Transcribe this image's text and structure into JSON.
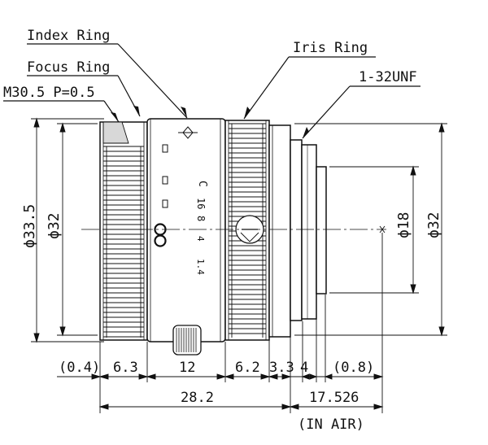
{
  "callouts": {
    "index_ring": "Index Ring",
    "focus_ring": "Focus Ring",
    "thread": "M30.5 P=0.5",
    "iris_ring": "Iris Ring",
    "mount": "1-32UNF"
  },
  "diameters": {
    "outer_left": "ϕ33.5",
    "inner_left": "ϕ32",
    "mount_inner": "ϕ18",
    "rear_right": "ϕ32"
  },
  "lengths": {
    "d_0_4": "(0.4)",
    "d_6_3": "6.3",
    "d_12": "12",
    "d_6_2": "6.2",
    "d_3_3": "3.3",
    "d_4": "4",
    "d_0_8": "(0.8)",
    "total": "28.2",
    "flange": "17.526",
    "flange_note": "(IN AIR)"
  },
  "barrel_text": {
    "c_mark": "C",
    "focus_16": "16",
    "focus_8": "8",
    "focus_4": "4",
    "focus_1_4": "1.4"
  }
}
